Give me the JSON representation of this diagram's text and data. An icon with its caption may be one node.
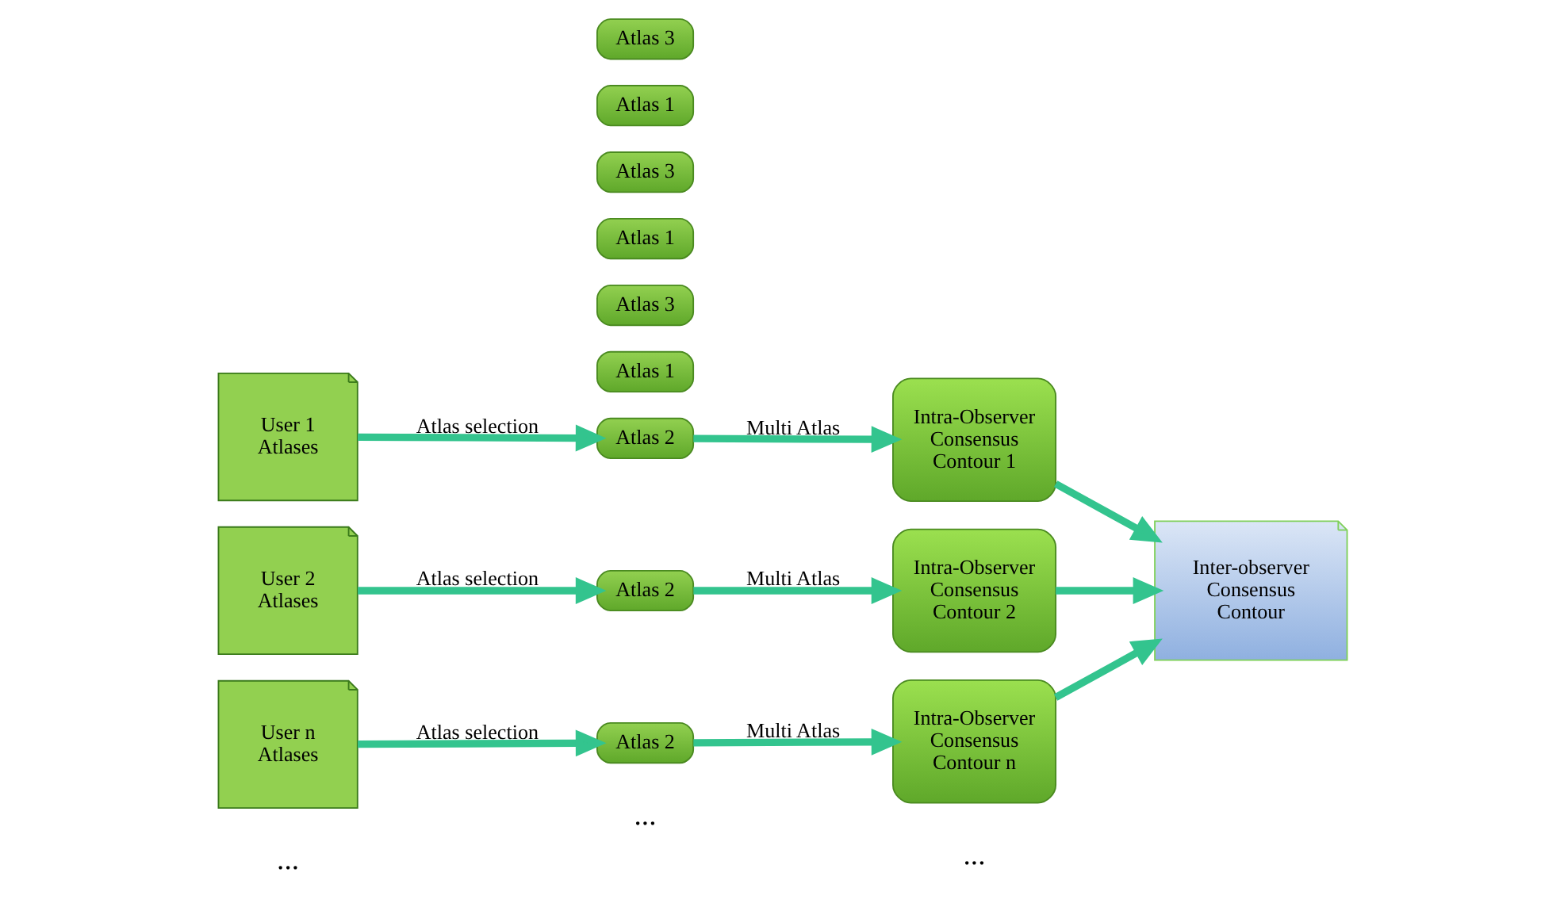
{
  "diagram": {
    "nodes": [
      {
        "text": [
          "User 1 Atlases"
        ]
      },
      {
        "text": [
          "Atlas 1"
        ]
      },
      {
        "text": [
          "Atlas 2"
        ]
      },
      {
        "text": [
          "Atlas 3"
        ]
      },
      {
        "text": [
          "Intra-Observer Consensus Contour 1"
        ]
      },
      {
        "text": [
          "User 2 Atlases"
        ]
      },
      {
        "text": [
          "Atlas 1"
        ]
      },
      {
        "text": [
          "Atlas 2"
        ]
      },
      {
        "text": [
          "Atlas 3"
        ]
      },
      {
        "text": [
          "Intra-Observer Consensus Contour 2"
        ]
      },
      {
        "text": [
          "User n Atlases"
        ]
      },
      {
        "text": [
          "Atlas 1"
        ]
      },
      {
        "text": [
          "Atlas 2"
        ]
      },
      {
        "text": [
          "Atlas 3"
        ]
      },
      {
        "text": [
          "Intra-Observer Consensus Contour n"
        ]
      },
      {
        "text": [
          "Inter-observer Consensus Contour"
        ]
      }
    ],
    "edges": [
      {
        "from": 0,
        "to": 2,
        "arrow": "to",
        "label": "Atlas selection"
      },
      {
        "from": 2,
        "to": 4,
        "arrow": "to",
        "label": "Multi Atlas"
      },
      {
        "from": 4,
        "to": 15,
        "arrow": "to"
      },
      {
        "from": 5,
        "to": 7,
        "arrow": "to",
        "label": "Atlas selection"
      },
      {
        "from": 7,
        "to": 9,
        "arrow": "to",
        "label": "Multi Atlas"
      },
      {
        "from": 9,
        "to": 15,
        "arrow": "to"
      },
      {
        "from": 10,
        "to": 12,
        "arrow": "to",
        "label": "Atlas selection"
      },
      {
        "from": 12,
        "to": 14,
        "arrow": "to",
        "label": "Multi Atlas"
      },
      {
        "from": 14,
        "to": 15,
        "arrow": "to"
      }
    ],
    "labels": [
      "...",
      "...",
      "..."
    ]
  }
}
